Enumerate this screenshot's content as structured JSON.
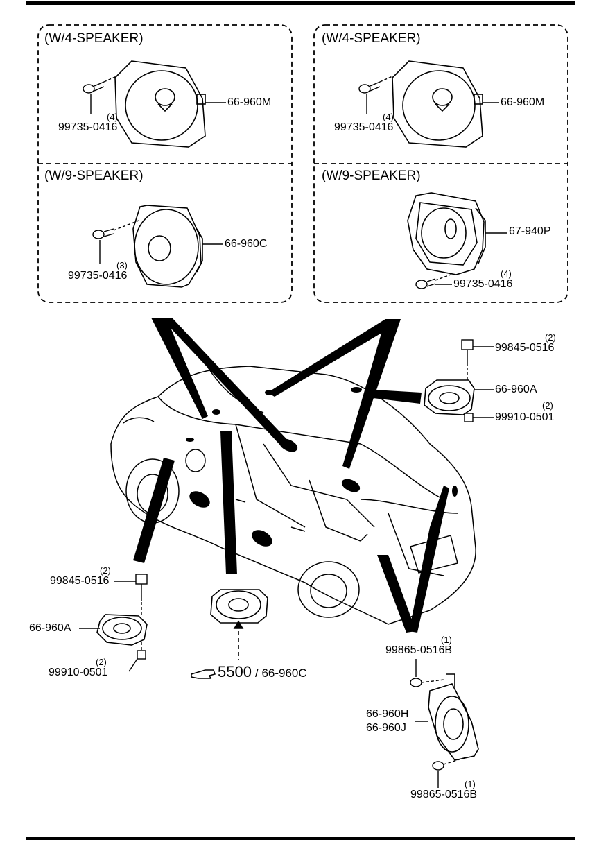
{
  "panels": {
    "top_left_title": "(W/4-SPEAKER)",
    "top_right_title": "(W/4-SPEAKER)",
    "bottom_left_title": "(W/9-SPEAKER)",
    "bottom_right_title": "(W/9-SPEAKER)"
  },
  "parts": {
    "p1_part": "66-960M",
    "p1_screw": "99735-0416",
    "p1_qty": "(4)",
    "p2_part": "66-960M",
    "p2_screw": "99735-0416",
    "p2_qty": "(4)",
    "p3_part": "66-960C",
    "p3_screw": "99735-0416",
    "p3_qty": "(3)",
    "p4_part": "67-940P",
    "p4_screw": "99735-0416",
    "p4_qty": "(4)",
    "rr_bolt": "99845-0516",
    "rr_bolt_qty": "(2)",
    "rr_speaker": "66-960A",
    "rr_nut": "99910-0501",
    "rr_nut_qty": "(2)",
    "fl_bolt": "99845-0516",
    "fl_bolt_qty": "(2)",
    "fl_speaker": "66-960A",
    "fl_nut": "99910-0501",
    "fl_nut_qty": "(2)",
    "dash_ref_num": "5500",
    "dash_ref_part": "/ 66-960C",
    "tail_bolt_top": "99865-0516B",
    "tail_bolt_top_qty": "(1)",
    "tail_speaker_1": "66-960H",
    "tail_speaker_2": "66-960J",
    "tail_bolt_bottom": "99865-0516B",
    "tail_bolt_bottom_qty": "(1)"
  },
  "icons": {
    "reference": "pointing-hand-icon"
  }
}
